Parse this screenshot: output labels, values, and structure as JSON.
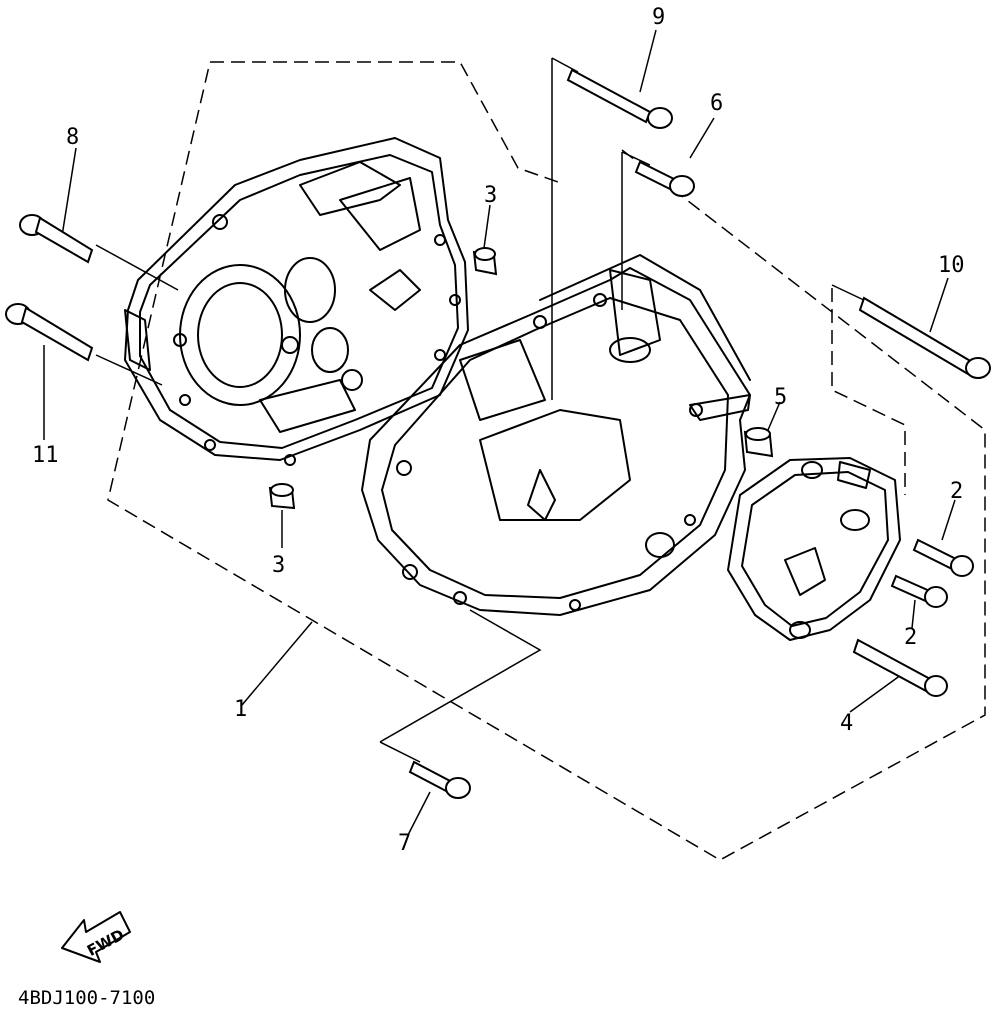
{
  "diagram": {
    "part_code": "4BDJ100-7100",
    "fwd_label": "FWD",
    "callouts": [
      {
        "id": "c1",
        "text": "1"
      },
      {
        "id": "c2a",
        "text": "2"
      },
      {
        "id": "c2b",
        "text": "2"
      },
      {
        "id": "c3a",
        "text": "3"
      },
      {
        "id": "c3b",
        "text": "3"
      },
      {
        "id": "c4",
        "text": "4"
      },
      {
        "id": "c5",
        "text": "5"
      },
      {
        "id": "c6",
        "text": "6"
      },
      {
        "id": "c7",
        "text": "7"
      },
      {
        "id": "c8",
        "text": "8"
      },
      {
        "id": "c9",
        "text": "9"
      },
      {
        "id": "c10",
        "text": "10"
      },
      {
        "id": "c11",
        "text": "11"
      }
    ]
  }
}
